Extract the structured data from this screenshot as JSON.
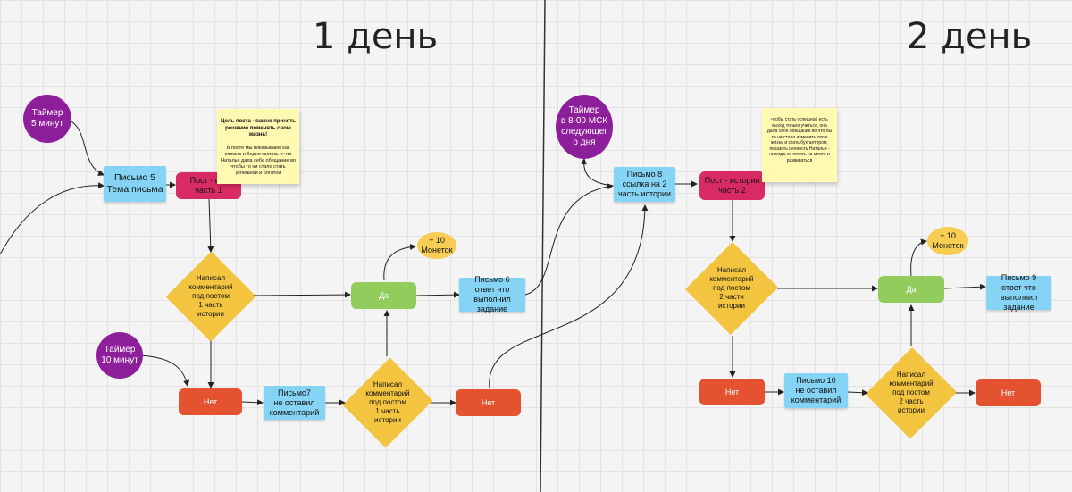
{
  "colors": {
    "timer": "#8e1f9a",
    "email": "#86d4f5",
    "post": "#d92b63",
    "decision": "#f3c43f",
    "yes": "#92cc5c",
    "no": "#e4522f",
    "coins": "#f7cd53",
    "sticky": "#fff9b1"
  },
  "day1": {
    "title": "1 день",
    "timer1": "Таймер\n5 минут",
    "email5": "Письмо 5\nТема письма",
    "post1": "Пост - ист\nчасть 1",
    "sticky": {
      "heading": "Цель поста - важно принять решение поменять свою жизнь!",
      "body": "В посте мы показываем как сложно и бедно жилось и что Наталья дала себе обещание во чтобы то ни стало стать успешной и богатой"
    },
    "decision1": "Написал\nкомментарий\nпод постом\n1 часть\nистории",
    "yes": "Да",
    "coins": "+ 10\nМонеток",
    "email6": "Письмо 6\nответ что\nвыполнил задание",
    "timer2": "Таймер\n10 минут",
    "no1": "Нет",
    "email7": "Письмо7\nне оставил\nкомментарий",
    "decision2": "Написал\nкомментарий\nпод постом\n1 часть\nистории",
    "no2": "Нет"
  },
  "day2": {
    "title": "2 день",
    "timer": "Таймер\nв 8-00 МСК\nследующег\nо дня",
    "email8": "Письмо 8\nссылка на 2\nчасть истории",
    "post2": "Пост - история\nчасть 2",
    "sticky": "чтобы стать успешной есть выход только учиться, она дала себе обещание во что бы то ни стало изменить свою жизнь и стать бухгалтером, показать ценность Натальи - никогда не стоять на месте и развиваться",
    "decision1": "Написал\nкомментарий\nпод постом\n2 части\nистории",
    "yes": "Да",
    "coins": "+ 10\nМонеток",
    "email9": "Письмо 9\nответ что\nвыполнил задание",
    "no1": "Нет",
    "email10": "Письмо 10\nне оставил\nкомментарий",
    "decision2": "Написал\nкомментарий\nпод постом\n2 часть\nистории",
    "no2": "Нет"
  }
}
